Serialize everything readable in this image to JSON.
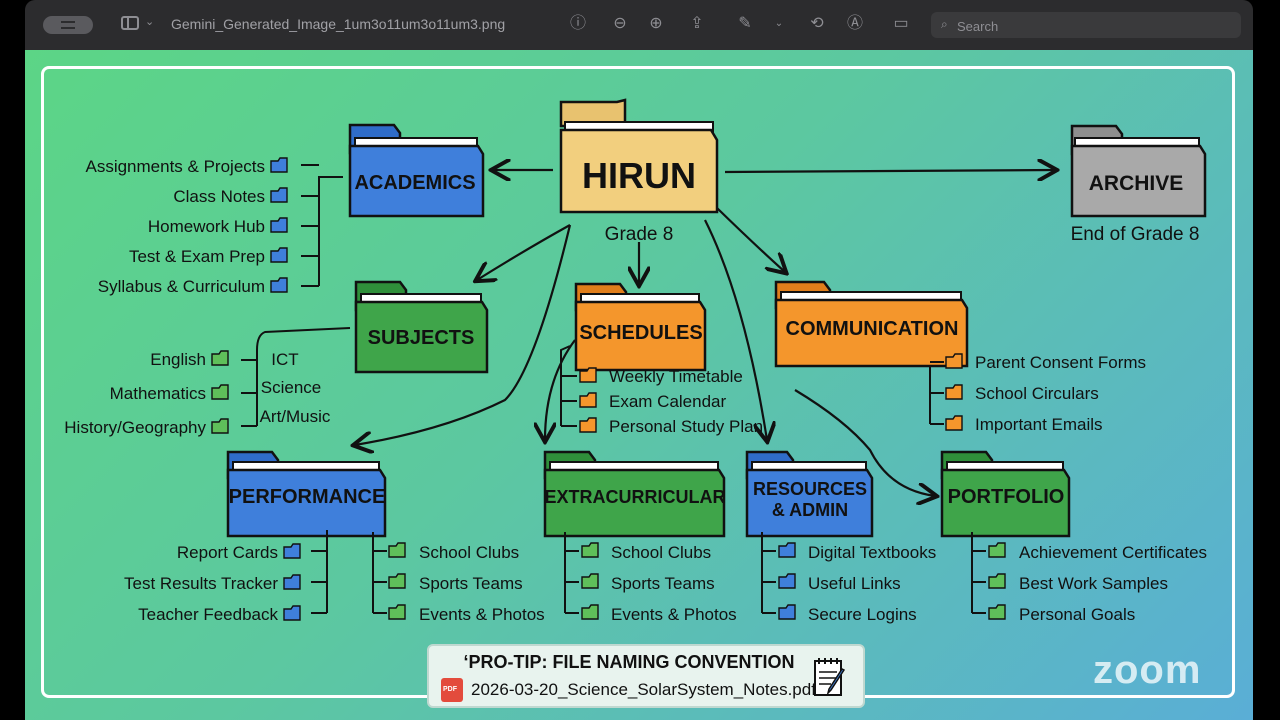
{
  "window": {
    "file_name": "Gemini_Generated_Image_1um3o11um3o11um3.png",
    "search_placeholder": "Search"
  },
  "diagram": {
    "root": {
      "label": "HIRUN",
      "sub": "Grade 8"
    },
    "archive": {
      "label": "ARCHIVE",
      "sub": "End of Grade 8"
    },
    "academics": {
      "label": "ACADEMICS",
      "items": [
        "Assignments & Projects",
        "Class Notes",
        "Homework Hub",
        "Test & Exam Prep",
        "Syllabus & Curriculum"
      ]
    },
    "subjects": {
      "label": "SUBJECTS",
      "items": [
        "English",
        "Mathematics",
        "History/Geography"
      ],
      "extra": [
        "ICT",
        "Science",
        "Art/Music"
      ]
    },
    "schedules": {
      "label": "SCHEDULES",
      "items": [
        "Weekly Timetable",
        "Exam Calendar",
        "Personal Study Plan"
      ]
    },
    "communication": {
      "label": "COMMUNICATION",
      "items": [
        "Parent Consent Forms",
        "School Circulars",
        "Important Emails"
      ]
    },
    "performance": {
      "label": "PERFORMANCE",
      "items_left": [
        "Report Cards",
        "Test Results Tracker",
        "Teacher Feedback"
      ],
      "items_right": [
        "School Clubs",
        "Sports Teams",
        "Events & Photos"
      ]
    },
    "extracurricular": {
      "label": "EXTRACURRICULAR",
      "items": [
        "School Clubs",
        "Sports Teams",
        "Events & Photos"
      ]
    },
    "resources": {
      "label_line1": "RESOURCES",
      "label_line2": "& ADMIN",
      "items": [
        "Digital Textbooks",
        "Useful Links",
        "Secure Logins"
      ]
    },
    "portfolio": {
      "label": "PORTFOLIO",
      "items": [
        "Achievement Certificates",
        "Best Work Samples",
        "Personal Goals"
      ]
    },
    "colors": {
      "blue": "#3f7fdb",
      "green": "#3fa54a",
      "orange": "#f4962c",
      "tan": "#f0cf7e",
      "gray": "#9e9e9e"
    }
  },
  "pro_tip": {
    "title": "‘PRO-TIP: FILE NAMING CONVENTION",
    "file": "2026-03-20_Science_SolarSystem_Notes.pdf"
  },
  "watermark": "zoom"
}
